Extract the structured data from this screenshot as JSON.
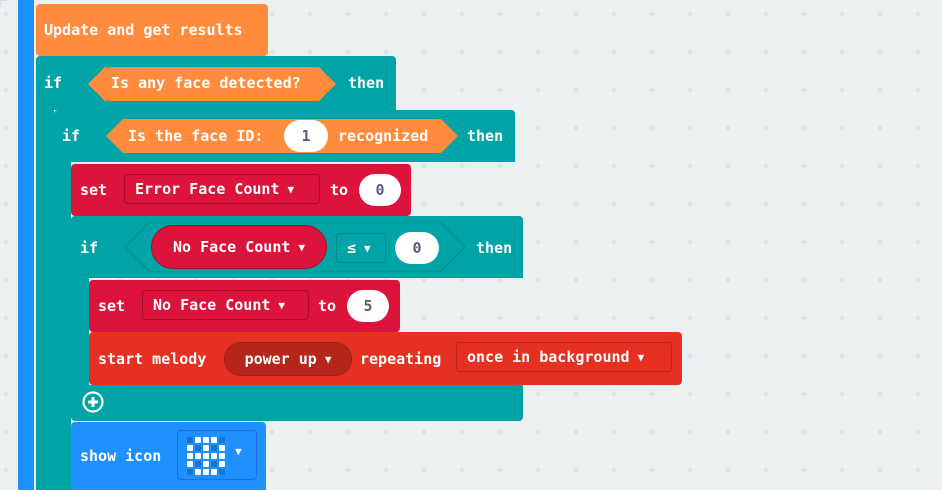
{
  "workspace": {
    "colors": {
      "background": "#ecf0f1",
      "loops": "#00a4a6",
      "variables": "#dc143c",
      "extension": "#ff8b3d",
      "music": "#e63022",
      "basic": "#1e90ff"
    }
  },
  "blocks": {
    "update": {
      "label": "Update and get results"
    },
    "if_outer": {
      "if_label": "if",
      "condition": "Is any face detected?",
      "then_label": "then"
    },
    "if_inner": {
      "if_label": "if",
      "condition_prefix": "Is the face ID:",
      "face_id": "1",
      "condition_suffix": "recognized",
      "then_label": "then"
    },
    "set_error": {
      "set_label": "set",
      "variable": "Error Face Count",
      "to_label": "to",
      "value": "0"
    },
    "if_noface": {
      "if_label": "if",
      "variable": "No Face Count",
      "operator": "≤",
      "value": "0",
      "then_label": "then"
    },
    "set_noface": {
      "set_label": "set",
      "variable": "No Face Count",
      "to_label": "to",
      "value": "5"
    },
    "melody": {
      "start_label": "start melody",
      "melody": "power up",
      "repeating_label": "repeating",
      "repeat_option": "once in background"
    },
    "add_button": {
      "icon": "plus-circle-icon"
    },
    "show_icon": {
      "label": "show icon",
      "icon": "led-grid-icon",
      "dropdown_icon": "caret-down-icon"
    }
  }
}
